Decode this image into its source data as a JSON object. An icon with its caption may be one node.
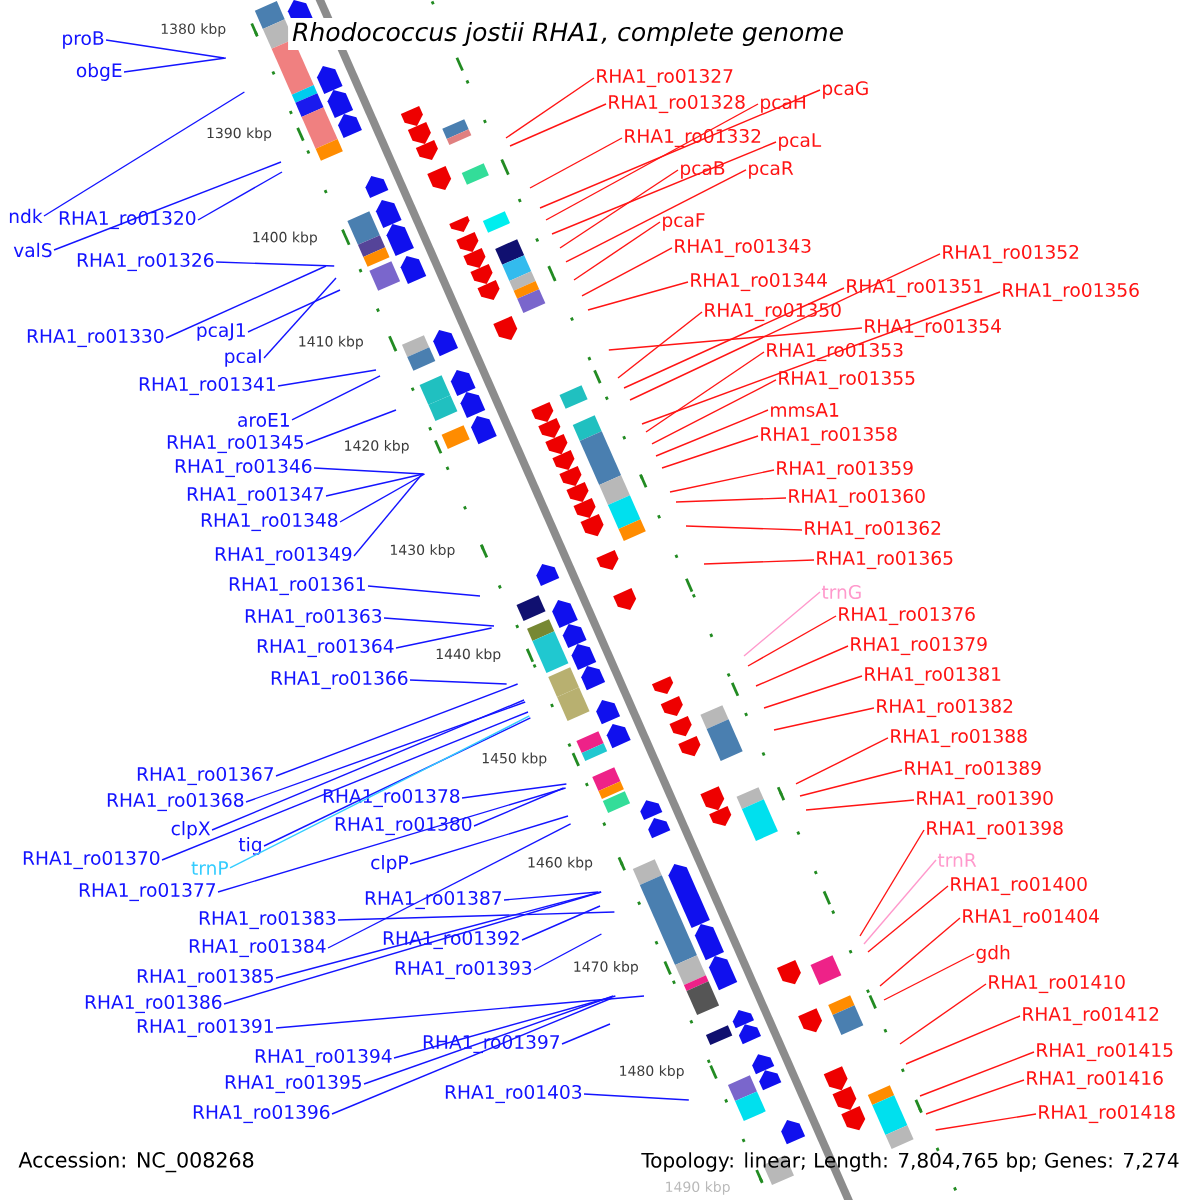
{
  "diagram": {
    "title": "Rhodococcus jostii RHA1, complete genome",
    "nodes": [
      {
        "text": [
          "proB"
        ]
      },
      {
        "text": [
          "obgE"
        ]
      },
      {
        "text": [
          "ndk"
        ]
      },
      {
        "text": [
          "RHA1_ro01320"
        ]
      },
      {
        "text": [
          "valS"
        ]
      },
      {
        "text": [
          "RHA1_ro01326"
        ]
      },
      {
        "text": [
          "RHA1_ro01330"
        ]
      },
      {
        "text": [
          "pcaJ1"
        ]
      },
      {
        "text": [
          "pcaI"
        ]
      },
      {
        "text": [
          "RHA1_ro01341"
        ]
      },
      {
        "text": [
          "aroE1"
        ]
      },
      {
        "text": [
          "RHA1_ro01345"
        ]
      },
      {
        "text": [
          "RHA1_ro01346"
        ]
      },
      {
        "text": [
          "RHA1_ro01347"
        ]
      },
      {
        "text": [
          "RHA1_ro01348"
        ]
      },
      {
        "text": [
          "RHA1_ro01349"
        ]
      },
      {
        "text": [
          "RHA1_ro01361"
        ]
      },
      {
        "text": [
          "RHA1_ro01363"
        ]
      },
      {
        "text": [
          "RHA1_ro01364"
        ]
      },
      {
        "text": [
          "RHA1_ro01366"
        ]
      },
      {
        "text": [
          "RHA1_ro01367"
        ]
      },
      {
        "text": [
          "RHA1_ro01368"
        ]
      },
      {
        "text": [
          "clpX"
        ]
      },
      {
        "text": [
          "clpP"
        ]
      },
      {
        "text": [
          "RHA1_ro01370"
        ]
      },
      {
        "text": [
          "tig"
        ]
      },
      {
        "text": [
          "trnP"
        ]
      },
      {
        "text": [
          "RHA1_ro01378"
        ]
      },
      {
        "text": [
          "RHA1_ro01377"
        ]
      },
      {
        "text": [
          "RHA1_ro01380"
        ]
      },
      {
        "text": [
          "RHA1_ro01383"
        ]
      },
      {
        "text": [
          "RHA1_ro01387"
        ]
      },
      {
        "text": [
          "RHA1_ro01384"
        ]
      },
      {
        "text": [
          "RHA1_ro01392"
        ]
      },
      {
        "text": [
          "RHA1_ro01385"
        ]
      },
      {
        "text": [
          "RHA1_ro01386"
        ]
      },
      {
        "text": [
          "RHA1_ro01393"
        ]
      },
      {
        "text": [
          "RHA1_ro01391"
        ]
      },
      {
        "text": [
          "RHA1_ro01394"
        ]
      },
      {
        "text": [
          "RHA1_ro01397"
        ]
      },
      {
        "text": [
          "RHA1_ro01395"
        ]
      },
      {
        "text": [
          "RHA1_ro01396"
        ]
      },
      {
        "text": [
          "RHA1_ro01403"
        ]
      },
      {
        "text": [
          "RHA1_ro01327"
        ]
      },
      {
        "text": [
          "pcaG"
        ]
      },
      {
        "text": [
          "RHA1_ro01328"
        ]
      },
      {
        "text": [
          "pcaH"
        ]
      },
      {
        "text": [
          "RHA1_ro01332"
        ]
      },
      {
        "text": [
          "pcaL"
        ]
      },
      {
        "text": [
          "pcaB"
        ]
      },
      {
        "text": [
          "pcaR"
        ]
      },
      {
        "text": [
          "pcaF"
        ]
      },
      {
        "text": [
          "RHA1_ro01343"
        ]
      },
      {
        "text": [
          "RHA1_ro01352"
        ]
      },
      {
        "text": [
          "RHA1_ro01344"
        ]
      },
      {
        "text": [
          "RHA1_ro01351"
        ]
      },
      {
        "text": [
          "RHA1_ro01356"
        ]
      },
      {
        "text": [
          "RHA1_ro01350"
        ]
      },
      {
        "text": [
          "RHA1_ro01354"
        ]
      },
      {
        "text": [
          "RHA1_ro01353"
        ]
      },
      {
        "text": [
          "RHA1_ro01355"
        ]
      },
      {
        "text": [
          "mmsA1"
        ]
      },
      {
        "text": [
          "RHA1_ro01358"
        ]
      },
      {
        "text": [
          "RHA1_ro01359"
        ]
      },
      {
        "text": [
          "RHA1_ro01360"
        ]
      },
      {
        "text": [
          "RHA1_ro01362"
        ]
      },
      {
        "text": [
          "RHA1_ro01365"
        ]
      },
      {
        "text": [
          "trnG"
        ]
      },
      {
        "text": [
          "RHA1_ro01376"
        ]
      },
      {
        "text": [
          "RHA1_ro01379"
        ]
      },
      {
        "text": [
          "RHA1_ro01381"
        ]
      },
      {
        "text": [
          "RHA1_ro01382"
        ]
      },
      {
        "text": [
          "RHA1_ro01388"
        ]
      },
      {
        "text": [
          "RHA1_ro01389"
        ]
      },
      {
        "text": [
          "RHA1_ro01390"
        ]
      },
      {
        "text": [
          "RHA1_ro01398"
        ]
      },
      {
        "text": [
          "trnR"
        ]
      },
      {
        "text": [
          "RHA1_ro01400"
        ]
      },
      {
        "text": [
          "RHA1_ro01404"
        ]
      },
      {
        "text": [
          "gdh"
        ]
      },
      {
        "text": [
          "RHA1_ro01410"
        ]
      },
      {
        "text": [
          "RHA1_ro01412"
        ]
      },
      {
        "text": [
          "RHA1_ro01415"
        ]
      },
      {
        "text": [
          "RHA1_ro01416"
        ]
      },
      {
        "text": [
          "RHA1_ro01418"
        ]
      }
    ],
    "edges": [
      {
        "from": 0,
        "to": null,
        "arrow": "none",
        "color": "#1414ff"
      },
      {
        "from": 1,
        "to": null,
        "arrow": "none",
        "color": "#1414ff"
      },
      {
        "from": 2,
        "to": null,
        "arrow": "none",
        "color": "#1414ff"
      },
      {
        "from": 3,
        "to": null,
        "arrow": "none",
        "color": "#1414ff"
      },
      {
        "from": 4,
        "to": null,
        "arrow": "none",
        "color": "#1414ff"
      },
      {
        "from": 5,
        "to": null,
        "arrow": "none",
        "color": "#1414ff"
      },
      {
        "from": 6,
        "to": null,
        "arrow": "none",
        "color": "#1414ff"
      },
      {
        "from": 7,
        "to": null,
        "arrow": "none",
        "color": "#1414ff"
      },
      {
        "from": 8,
        "to": null,
        "arrow": "none",
        "color": "#1414ff"
      },
      {
        "from": 9,
        "to": null,
        "arrow": "none",
        "color": "#1414ff"
      },
      {
        "from": 10,
        "to": null,
        "arrow": "none",
        "color": "#1414ff"
      },
      {
        "from": 11,
        "to": null,
        "arrow": "none",
        "color": "#1414ff"
      },
      {
        "from": 12,
        "to": null,
        "arrow": "none",
        "color": "#1414ff"
      },
      {
        "from": 13,
        "to": null,
        "arrow": "none",
        "color": "#1414ff"
      },
      {
        "from": 14,
        "to": null,
        "arrow": "none",
        "color": "#1414ff"
      },
      {
        "from": 15,
        "to": null,
        "arrow": "none",
        "color": "#1414ff"
      },
      {
        "from": 16,
        "to": null,
        "arrow": "none",
        "color": "#1414ff"
      },
      {
        "from": 17,
        "to": null,
        "arrow": "none",
        "color": "#1414ff"
      },
      {
        "from": 18,
        "to": null,
        "arrow": "none",
        "color": "#1414ff"
      },
      {
        "from": 19,
        "to": null,
        "arrow": "none",
        "color": "#1414ff"
      },
      {
        "from": 20,
        "to": null,
        "arrow": "none",
        "color": "#1414ff"
      },
      {
        "from": 21,
        "to": null,
        "arrow": "none",
        "color": "#1414ff"
      },
      {
        "from": 22,
        "to": null,
        "arrow": "none",
        "color": "#1414ff"
      },
      {
        "from": 23,
        "to": null,
        "arrow": "none",
        "color": "#1414ff"
      },
      {
        "from": 24,
        "to": null,
        "arrow": "none",
        "color": "#1414ff"
      },
      {
        "from": 25,
        "to": null,
        "arrow": "none",
        "color": "#1414ff"
      },
      {
        "from": 26,
        "to": null,
        "arrow": "none",
        "color": "#33ccff"
      },
      {
        "from": 27,
        "to": null,
        "arrow": "none",
        "color": "#1414ff"
      },
      {
        "from": 28,
        "to": null,
        "arrow": "none",
        "color": "#1414ff"
      },
      {
        "from": 29,
        "to": null,
        "arrow": "none",
        "color": "#1414ff"
      },
      {
        "from": 30,
        "to": null,
        "arrow": "none",
        "color": "#1414ff"
      },
      {
        "from": 31,
        "to": null,
        "arrow": "none",
        "color": "#1414ff"
      },
      {
        "from": 32,
        "to": null,
        "arrow": "none",
        "color": "#1414ff"
      },
      {
        "from": 33,
        "to": null,
        "arrow": "none",
        "color": "#1414ff"
      },
      {
        "from": 34,
        "to": null,
        "arrow": "none",
        "color": "#1414ff"
      },
      {
        "from": 35,
        "to": null,
        "arrow": "none",
        "color": "#1414ff"
      },
      {
        "from": 36,
        "to": null,
        "arrow": "none",
        "color": "#1414ff"
      },
      {
        "from": 37,
        "to": null,
        "arrow": "none",
        "color": "#1414ff"
      },
      {
        "from": 38,
        "to": null,
        "arrow": "none",
        "color": "#1414ff"
      },
      {
        "from": 39,
        "to": null,
        "arrow": "none",
        "color": "#1414ff"
      },
      {
        "from": 40,
        "to": null,
        "arrow": "none",
        "color": "#1414ff"
      },
      {
        "from": 41,
        "to": null,
        "arrow": "none",
        "color": "#1414ff"
      },
      {
        "from": 42,
        "to": null,
        "arrow": "none",
        "color": "#1414ff"
      },
      {
        "from": 43,
        "to": null,
        "arrow": "none",
        "color": "#ff1414"
      },
      {
        "from": 44,
        "to": null,
        "arrow": "none",
        "color": "#ff1414"
      },
      {
        "from": 45,
        "to": null,
        "arrow": "none",
        "color": "#ff1414"
      },
      {
        "from": 46,
        "to": null,
        "arrow": "none",
        "color": "#ff1414"
      },
      {
        "from": 47,
        "to": null,
        "arrow": "none",
        "color": "#ff1414"
      },
      {
        "from": 48,
        "to": null,
        "arrow": "none",
        "color": "#ff1414"
      },
      {
        "from": 49,
        "to": null,
        "arrow": "none",
        "color": "#ff1414"
      },
      {
        "from": 50,
        "to": null,
        "arrow": "none",
        "color": "#ff1414"
      },
      {
        "from": 51,
        "to": null,
        "arrow": "none",
        "color": "#ff1414"
      },
      {
        "from": 52,
        "to": null,
        "arrow": "none",
        "color": "#ff1414"
      },
      {
        "from": 53,
        "to": null,
        "arrow": "none",
        "color": "#ff1414"
      },
      {
        "from": 54,
        "to": null,
        "arrow": "none",
        "color": "#ff1414"
      },
      {
        "from": 55,
        "to": null,
        "arrow": "none",
        "color": "#ff1414"
      },
      {
        "from": 56,
        "to": null,
        "arrow": "none",
        "color": "#ff1414"
      },
      {
        "from": 57,
        "to": null,
        "arrow": "none",
        "color": "#ff1414"
      },
      {
        "from": 58,
        "to": null,
        "arrow": "none",
        "color": "#ff1414"
      },
      {
        "from": 59,
        "to": null,
        "arrow": "none",
        "color": "#ff1414"
      },
      {
        "from": 60,
        "to": null,
        "arrow": "none",
        "color": "#ff1414"
      },
      {
        "from": 61,
        "to": null,
        "arrow": "none",
        "color": "#ff1414"
      },
      {
        "from": 62,
        "to": null,
        "arrow": "none",
        "color": "#ff1414"
      },
      {
        "from": 63,
        "to": null,
        "arrow": "none",
        "color": "#ff1414"
      },
      {
        "from": 64,
        "to": null,
        "arrow": "none",
        "color": "#ff1414"
      },
      {
        "from": 65,
        "to": null,
        "arrow": "none",
        "color": "#ff1414"
      },
      {
        "from": 66,
        "to": null,
        "arrow": "none",
        "color": "#ff1414"
      },
      {
        "from": 67,
        "to": null,
        "arrow": "none",
        "color": "#ff99cc"
      },
      {
        "from": 68,
        "to": null,
        "arrow": "none",
        "color": "#ff1414"
      },
      {
        "from": 69,
        "to": null,
        "arrow": "none",
        "color": "#ff1414"
      },
      {
        "from": 70,
        "to": null,
        "arrow": "none",
        "color": "#ff1414"
      },
      {
        "from": 71,
        "to": null,
        "arrow": "none",
        "color": "#ff1414"
      },
      {
        "from": 72,
        "to": null,
        "arrow": "none",
        "color": "#ff1414"
      },
      {
        "from": 73,
        "to": null,
        "arrow": "none",
        "color": "#ff1414"
      },
      {
        "from": 74,
        "to": null,
        "arrow": "none",
        "color": "#ff1414"
      },
      {
        "from": 75,
        "to": null,
        "arrow": "none",
        "color": "#ff1414"
      },
      {
        "from": 76,
        "to": null,
        "arrow": "none",
        "color": "#ff99cc"
      },
      {
        "from": 77,
        "to": null,
        "arrow": "none",
        "color": "#ff1414"
      },
      {
        "from": 78,
        "to": null,
        "arrow": "none",
        "color": "#ff1414"
      },
      {
        "from": 79,
        "to": null,
        "arrow": "none",
        "color": "#ff1414"
      },
      {
        "from": 80,
        "to": null,
        "arrow": "none",
        "color": "#ff1414"
      },
      {
        "from": 81,
        "to": null,
        "arrow": "none",
        "color": "#ff1414"
      },
      {
        "from": 82,
        "to": null,
        "arrow": "none",
        "color": "#ff1414"
      },
      {
        "from": 83,
        "to": null,
        "arrow": "none",
        "color": "#ff1414"
      },
      {
        "from": 84,
        "to": null,
        "arrow": "none",
        "color": "#ff1414"
      }
    ],
    "labels": [
      "1380 kbp",
      "1390 kbp",
      "1400 kbp",
      "1410 kbp",
      "1420 kbp",
      "1430 kbp",
      "1440 kbp",
      "1450 kbp",
      "1460 kbp",
      "1470 kbp",
      "1480 kbp",
      "1490 kbp",
      "Accession: NC_008268",
      "Topology: linear; Length: 7,804,765 bp; Genes: 7,274"
    ]
  }
}
